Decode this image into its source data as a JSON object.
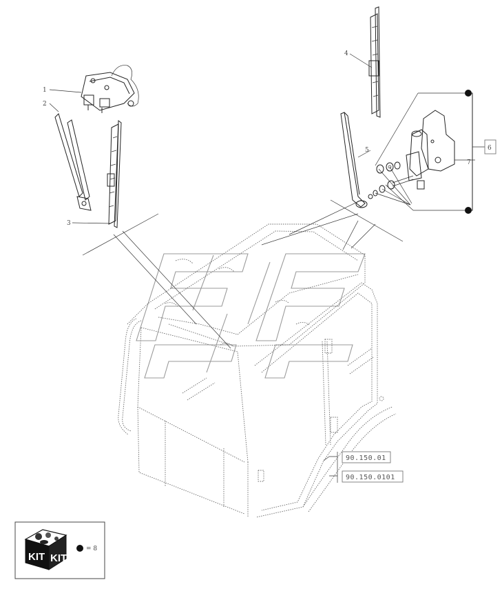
{
  "diagram": {
    "callouts": {
      "c1": "1",
      "c2": "2",
      "c3": "3",
      "c4": "4",
      "c5": "5",
      "c6": "6",
      "c7": "7"
    },
    "references": {
      "ref_a": "90.150.01",
      "ref_b": "90.150.0101"
    },
    "legend": {
      "kit_left": "KIT",
      "kit_right": "KIT",
      "kit_equals": "= 8"
    },
    "colors": {
      "line": "#222222",
      "dotted": "#666666",
      "watermark": "#9a9a9a"
    }
  }
}
